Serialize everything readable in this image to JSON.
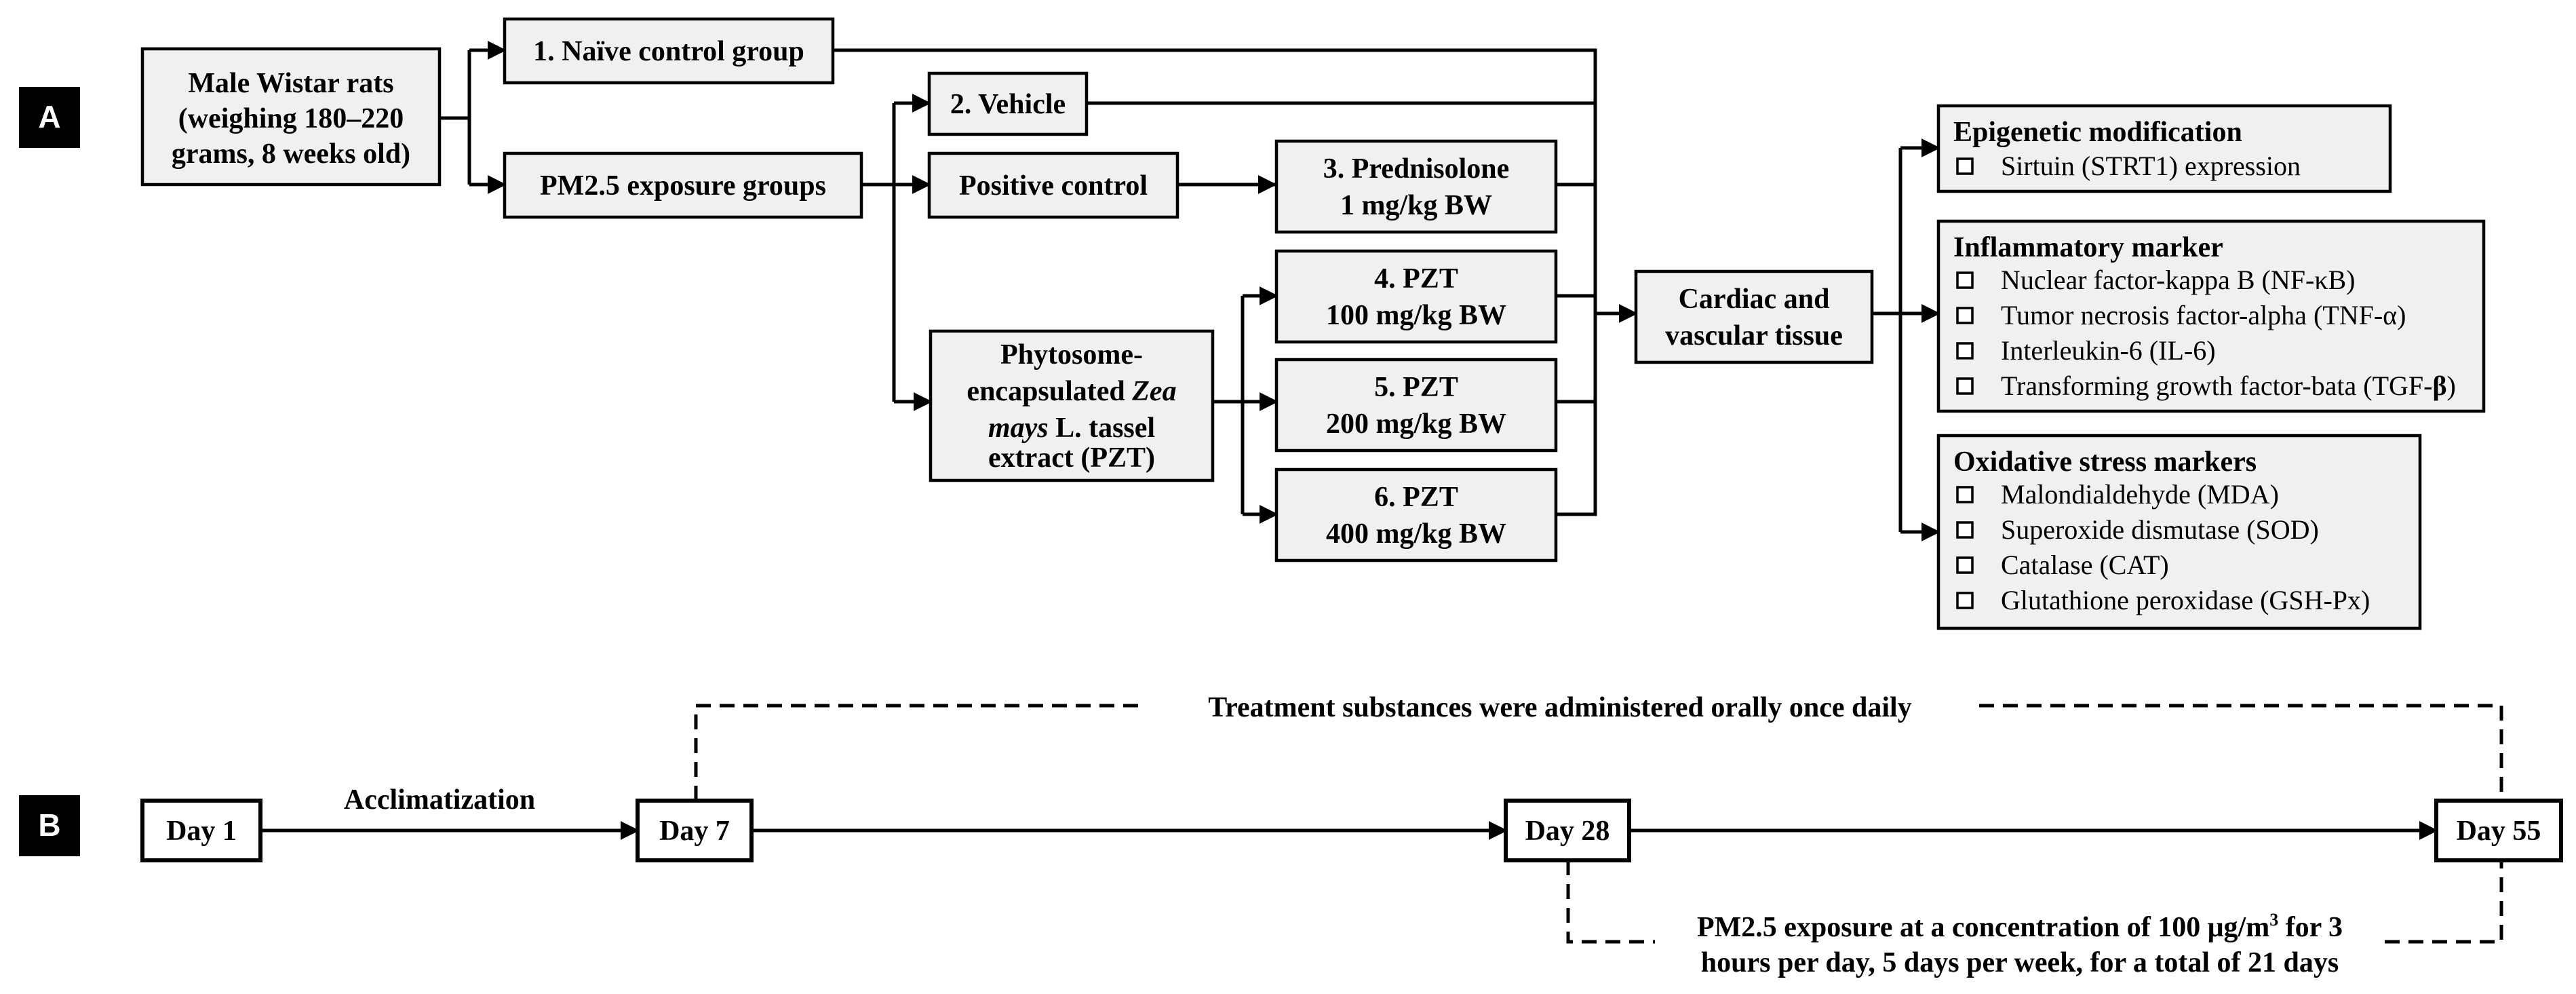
{
  "panel_a": {
    "label": "A",
    "source": [
      "Male Wistar rats",
      "(weighing 180–220",
      "grams, 8 weeks old)"
    ],
    "naive": "1. Naïve control group",
    "exposure": "PM2.5 exposure groups",
    "vehicle": "2. Vehicle",
    "positive_control": "Positive control",
    "prednisolone": [
      "3. Prednisolone",
      "1 mg/kg BW"
    ],
    "pzt_source": {
      "line1": "Phytosome-",
      "line2": "encapsulated",
      "line2_italic": "Zea",
      "line3_italic": "mays",
      "line3": "L. tassel",
      "line4": "extract (PZT)"
    },
    "pzt_doses": [
      [
        "4. PZT",
        "100 mg/kg BW"
      ],
      [
        "5. PZT",
        "200 mg/kg BW"
      ],
      [
        "6. PZT",
        "400 mg/kg BW"
      ]
    ],
    "target": [
      "Cardiac and",
      "vascular tissue"
    ],
    "epigenetic": {
      "title": "Epigenetic modification",
      "items": [
        "Sirtuin (STRT1) expression"
      ]
    },
    "inflammatory": {
      "title": "Inflammatory marker",
      "items": [
        "Nuclear factor-kappa B (NF-κB)",
        "Tumor necrosis factor-alpha (TNF-α)",
        "Interleukin-6 (IL-6)"
      ],
      "tgf_prefix": "Transforming growth factor-bata (TGF-",
      "tgf_beta": "β",
      "tgf_suffix": ")"
    },
    "oxidative": {
      "title": "Oxidative stress markers",
      "items": [
        "Malondialdehyde (MDA)",
        "Superoxide dismutase (SOD)",
        "Catalase (CAT)",
        "Glutathione peroxidase (GSH-Px)"
      ]
    }
  },
  "panel_b": {
    "label": "B",
    "days": [
      "Day 1",
      "Day 7",
      "Day 28",
      "Day 55"
    ],
    "acclimatization": "Acclimatization",
    "treatment": "Treatment substances were administered orally once daily",
    "exposure_line1_prefix": "PM2.5 exposure at a concentration of 100 μg/m",
    "exposure_line1_sup": "3",
    "exposure_line1_suffix": " for 3",
    "exposure_line2": "hours per day, 5 days per week, for a total of 21 days"
  }
}
